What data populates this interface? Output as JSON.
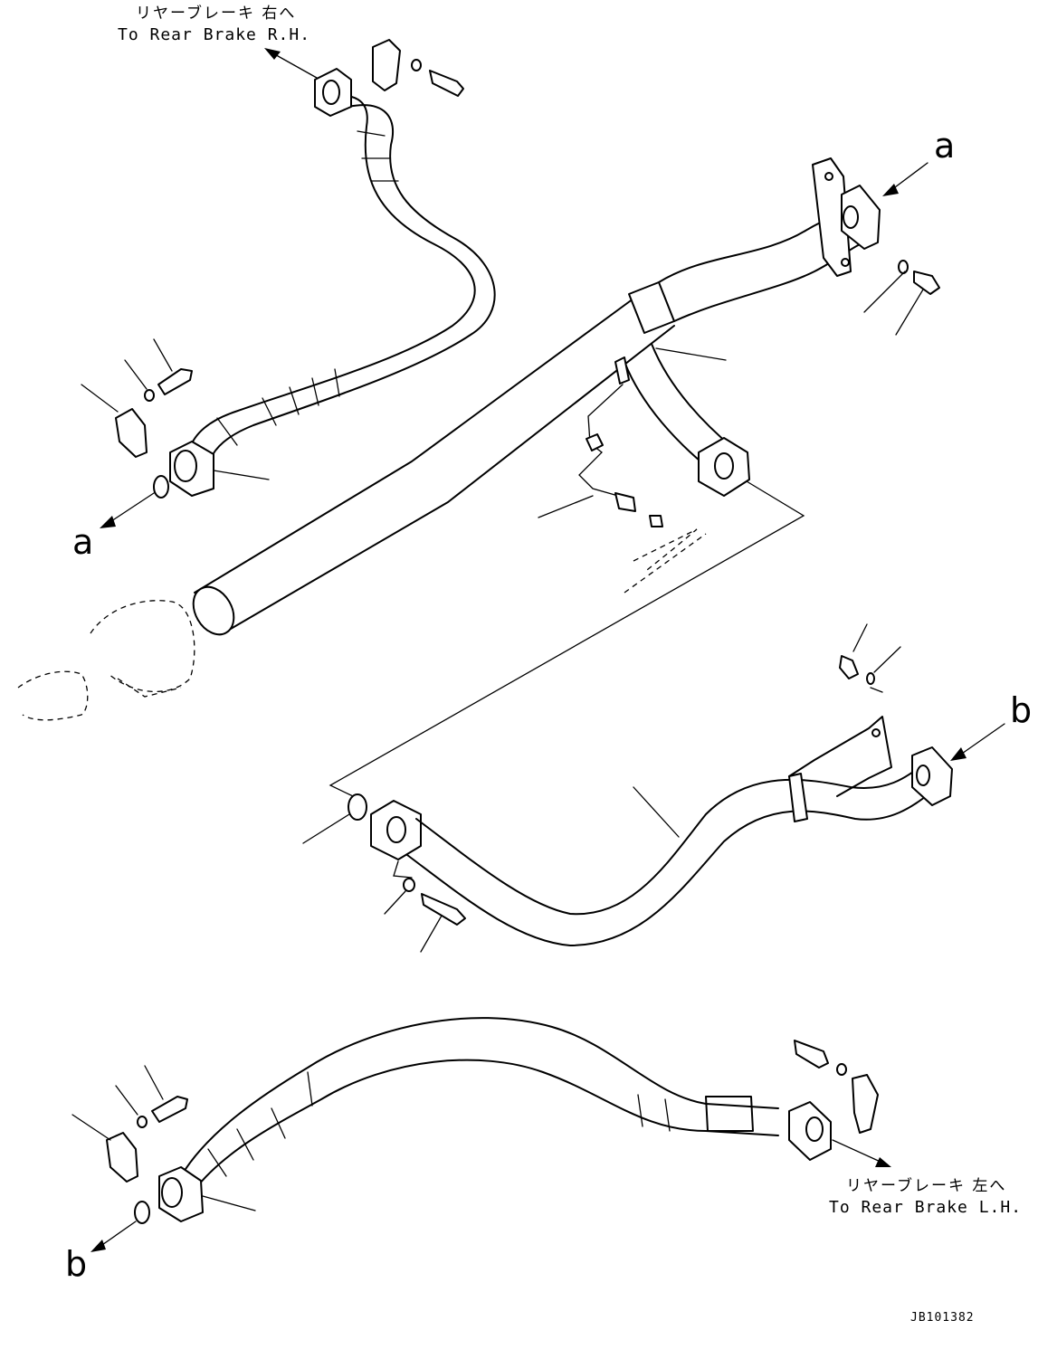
{
  "labels": {
    "rear_brake_rh_jp": "リヤーブレーキ 右へ",
    "rear_brake_rh_en": "To Rear Brake R.H.",
    "rear_brake_lh_jp": "リヤーブレーキ 左へ",
    "rear_brake_lh_en": "To Rear Brake L.H.",
    "ref_a": "a",
    "ref_b": "b",
    "drawing_code": "JB101382"
  }
}
